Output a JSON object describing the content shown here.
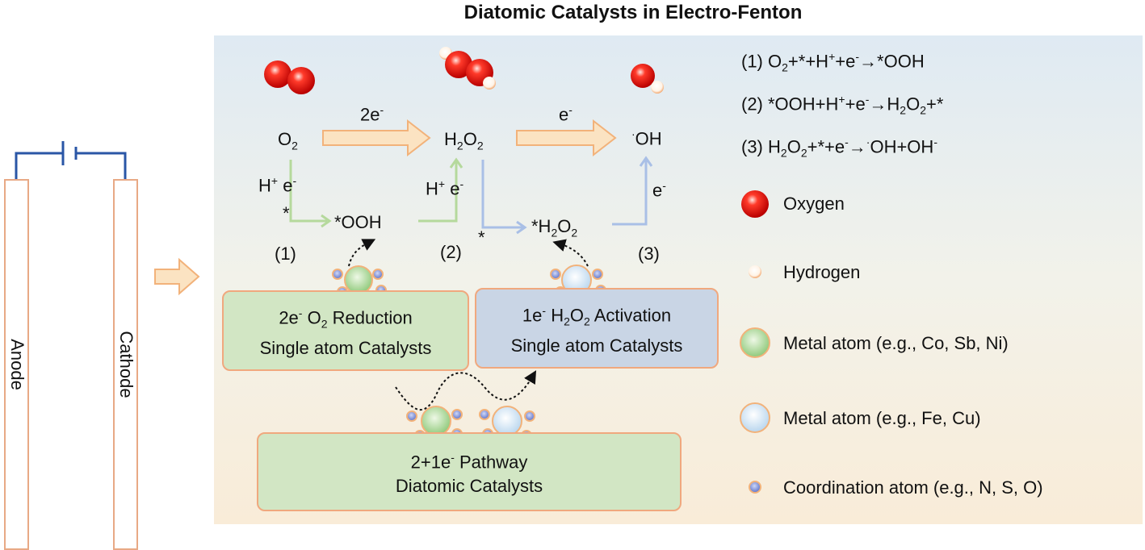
{
  "title": "Diatomic Catalysts in Electro-Fenton",
  "electrodes": {
    "anode": "Anode",
    "cathode": "Cathode"
  },
  "species": {
    "o2": [
      "O",
      "2",
      ""
    ],
    "h2o2": [
      "H",
      "2",
      "O",
      "2"
    ],
    "oh": [
      "·",
      "OH"
    ],
    "ooh": "*OOH",
    "h2o2_ads": [
      "*H",
      "2",
      "O",
      "2"
    ]
  },
  "arrow_labels": {
    "two_e": [
      "2e",
      "-"
    ],
    "one_e": [
      "e",
      "-"
    ],
    "h_e_1": [
      "H",
      "+",
      " e",
      "-"
    ],
    "h_e_2": [
      "H",
      "+",
      " e",
      "-"
    ],
    "e_3": [
      "e",
      "-"
    ],
    "star_1": "*",
    "star_2": "*"
  },
  "steps": {
    "s1": "(1)",
    "s2": "(2)",
    "s3": "(3)"
  },
  "boxes": {
    "orr": {
      "line1": [
        "2e",
        "-",
        " O",
        "2",
        " Reduction"
      ],
      "line2": "Single atom Catalysts"
    },
    "activation": {
      "line1": [
        "1e",
        "-",
        " H",
        "2",
        "O",
        "2",
        " Activation"
      ],
      "line2": "Single atom Catalysts"
    },
    "diatomic": {
      "line1": [
        "2+1e",
        "-",
        " Pathway"
      ],
      "line2": "Diatomic Catalysts"
    }
  },
  "equations": {
    "eq1": [
      "(1) O",
      "2",
      "+*+H",
      "+",
      "+e",
      "-",
      "→*OOH"
    ],
    "eq2": [
      "(2) *OOH+H",
      "+",
      "+e",
      "-",
      "→H",
      "2",
      "O",
      "2",
      "+*"
    ],
    "eq3": [
      "(3) H",
      "2",
      "O",
      "2",
      "+*+e",
      "-",
      "→",
      "·",
      "OH+OH",
      "-"
    ]
  },
  "legend": [
    {
      "label": "Oxygen",
      "icon": "oxygen-atom-icon",
      "color": "#e02020"
    },
    {
      "label": "Hydrogen",
      "icon": "hydrogen-atom-icon",
      "color": "#f5b07a"
    },
    {
      "label": "Metal atom (e.g., Co, Sb, Ni)",
      "icon": "metal-atom-green-icon",
      "color": "#a9d89a"
    },
    {
      "label": "Metal atom (e.g., Fe, Cu)",
      "icon": "metal-atom-blue-icon",
      "color": "#cfe4f4"
    },
    {
      "label": "Coordination atom (e.g., N, S, O)",
      "icon": "coordination-atom-icon",
      "color": "#7b8fd6"
    }
  ],
  "colors": {
    "arrow_fill": "#fbe3c2",
    "arrow_stroke": "#f2b27a",
    "green_path": "#b5d99c",
    "blue_path": "#a9bfe6",
    "box_border": "#f0a87e",
    "circuit_wire": "#2a56a6"
  }
}
